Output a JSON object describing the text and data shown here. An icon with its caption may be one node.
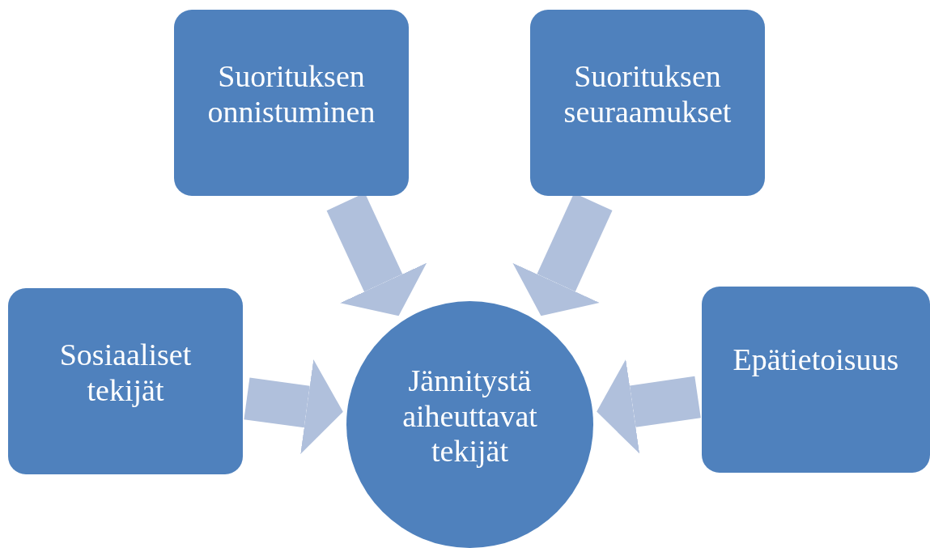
{
  "diagram": {
    "nodes": [
      {
        "text": [
          "Suorituksen onnistuminen"
        ]
      },
      {
        "text": [
          "Suorituksen seuraamukset"
        ]
      },
      {
        "text": [
          "Sosiaaliset tekijät"
        ]
      },
      {
        "text": [
          "Epätietoisuus"
        ]
      },
      {
        "text": [
          "Jännitystä aiheuttavat tekijät"
        ]
      }
    ],
    "edges": [
      {
        "from": 0,
        "to": 4,
        "arrow": "to"
      },
      {
        "from": 1,
        "to": 4,
        "arrow": "to"
      },
      {
        "from": 2,
        "to": 4,
        "arrow": "to"
      },
      {
        "from": 3,
        "to": 4,
        "arrow": "to"
      }
    ]
  }
}
